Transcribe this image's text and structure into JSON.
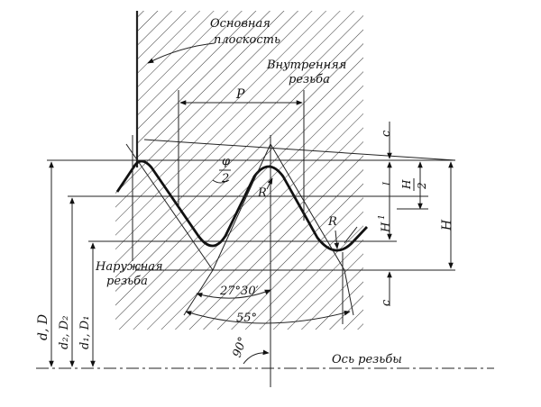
{
  "labels": {
    "basic_plane": [
      "Основная",
      "плоскость"
    ],
    "internal_thread": [
      "Внутренняя",
      "резьба"
    ],
    "external_thread": [
      "Наружная",
      "резьба"
    ],
    "pitch": "P",
    "half_angle_num": "φ",
    "half_angle_den": "2",
    "radius_top": "R",
    "radius_bottom": "R",
    "dim_c_top": "c",
    "dim_c_bottom": "c",
    "dim_h1": "H",
    "dim_h1_sub": "1",
    "dim_h_half_num": "H",
    "dim_h_half_den": "2",
    "dim_H": "H",
    "dim_d_D": "d, D",
    "dim_d2_D2": "d₂, D₂",
    "dim_d1_D1": "d₁, D₁",
    "angle_27": "27°30′",
    "angle_55": "55°",
    "angle_90": "90°",
    "axis_label": "Ось резьбы"
  }
}
